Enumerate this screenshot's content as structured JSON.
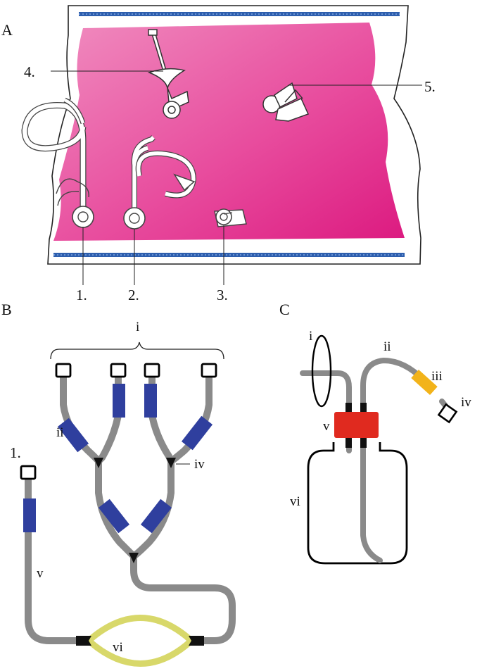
{
  "panels": {
    "a": {
      "label": "A",
      "callouts": [
        "1.",
        "2.",
        "3.",
        "4.",
        "5."
      ],
      "bag_color": "#e0177f",
      "bar_color": "#2e5fae"
    },
    "b": {
      "label": "B",
      "side_label": "1.",
      "labels": {
        "i": "i",
        "ii": "ii",
        "iv": "iv",
        "v": "v",
        "vi": "vi"
      },
      "colors": {
        "tube": "#8a8a8a",
        "clamp": "#2f3f9e",
        "connector": "#111111",
        "loop": "#d8d86a"
      }
    },
    "c": {
      "label": "C",
      "labels": {
        "i": "i",
        "ii": "ii",
        "iii": "iii",
        "iv": "iv",
        "v": "v",
        "vi": "vi"
      },
      "colors": {
        "tube": "#8a8a8a",
        "stopper": "#e02a1f",
        "filter": "#f2b31a"
      }
    }
  }
}
